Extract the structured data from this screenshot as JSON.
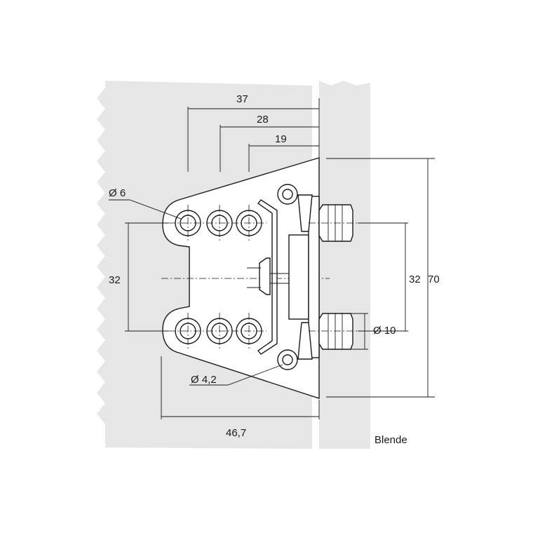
{
  "drawing": {
    "background_color": "#e6e6e6",
    "line_color": "#1a1a1a",
    "part_fill": "#ffffff",
    "label_panel": "Blende",
    "dimensions": {
      "dim_37": "37",
      "dim_28": "28",
      "dim_19": "19",
      "dim_diameter_6": "Ø 6",
      "dim_32_left": "32",
      "dim_32_right": "32",
      "dim_70": "70",
      "dim_diameter_10": "Ø 10",
      "dim_diameter_4_2": "Ø 4,2",
      "dim_46_7": "46,7"
    }
  }
}
